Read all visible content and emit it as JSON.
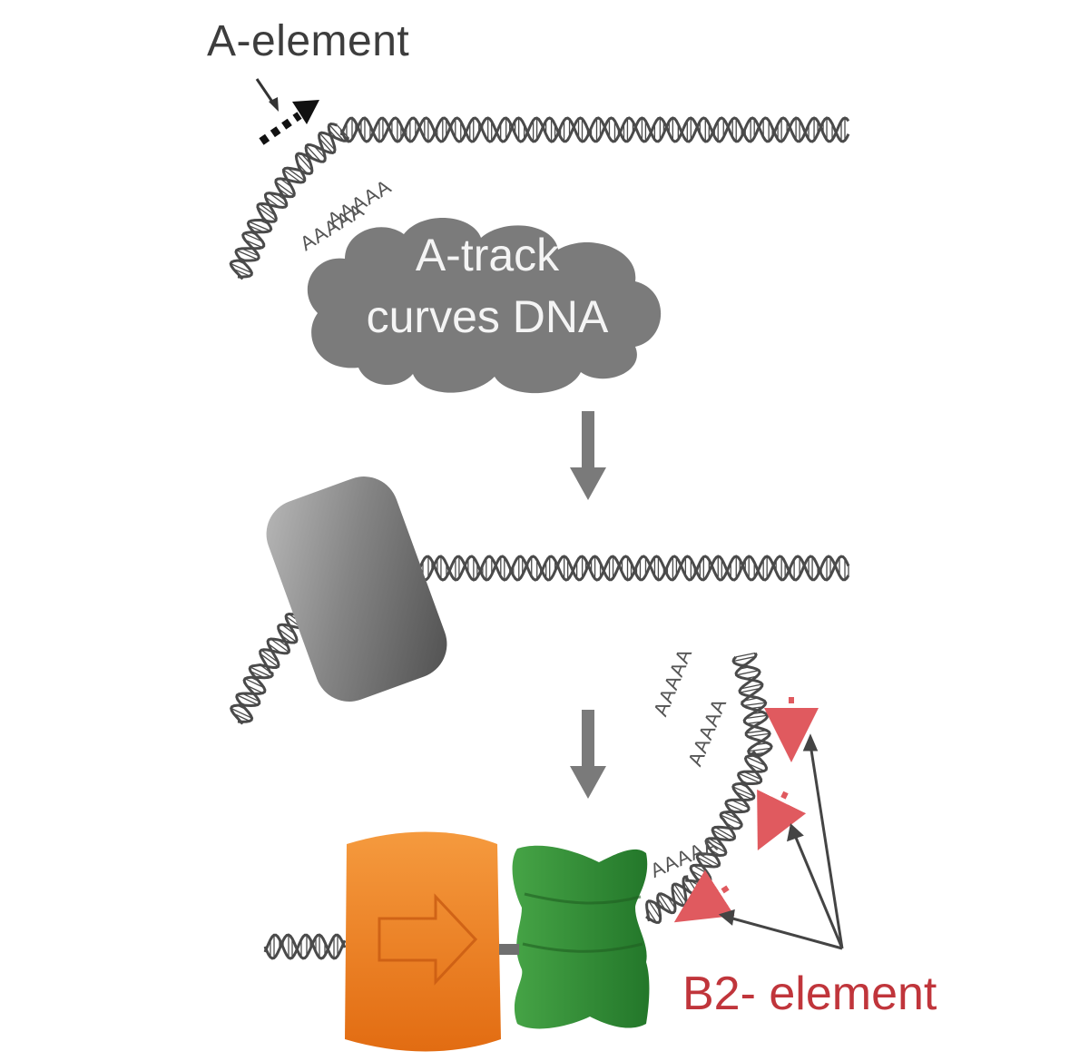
{
  "labels": {
    "a_element": "A-element",
    "b2_element": "B2- element",
    "cloud_line1": "A-track",
    "cloud_line2": "curves DNA",
    "poly_a": "AAAAA"
  },
  "colors": {
    "dna": "#4a4a4a",
    "cloud": "#7b7b7b",
    "nucleosome": "#6e6e6e",
    "rna_polymerase": "#ef7a1c",
    "transcription_factor": "#2f8a2f",
    "b2_accent": "#c0353b",
    "arrow": "#7a7a7a"
  }
}
